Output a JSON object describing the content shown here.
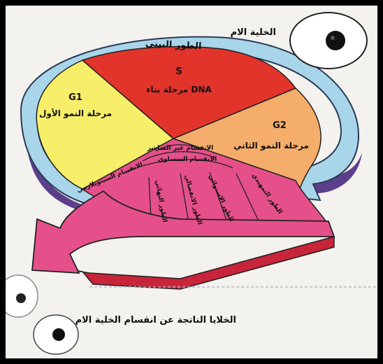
{
  "labels": {
    "mother_cell": "الخلية الام",
    "interphase": "الطور البيني",
    "daughter_cells": "الخلايا الناتجة عن انقسام الخلية الام"
  },
  "phases": {
    "g1": {
      "symbol": "G1",
      "name": "مرحلة النمو الأول"
    },
    "s": {
      "symbol": "S",
      "name": "مرحلة بناء DNA"
    },
    "g2": {
      "symbol": "G2",
      "name": "مرحلة النمو الثاني"
    }
  },
  "mitosis": {
    "indirect_division": "الانقسام غير المباشر",
    "mitosis": "الانقسام المتساوي",
    "cytokinesis": "الانقسام السيتوبلازمي",
    "stages": [
      "الطور النهائي",
      "الطور الانفصالي",
      "الطور الاستوائي",
      "الطور التمهيدي"
    ]
  },
  "colors": {
    "g1": "#f7ee6a",
    "s": "#e2342a",
    "g2": "#f4ad6a",
    "mitosis": "#e5508a",
    "interphase_ring": "#a8d5ea",
    "ring_shadow": "#5b3f8c",
    "arrow_side": "#c8243a"
  }
}
